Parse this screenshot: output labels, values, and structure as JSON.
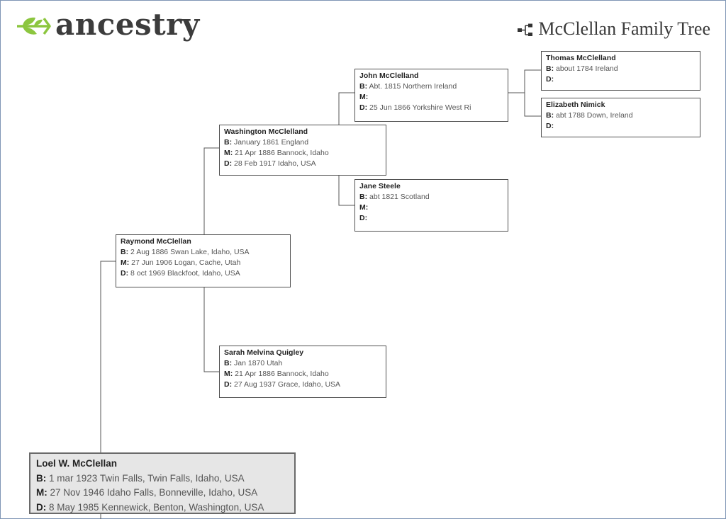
{
  "header": {
    "logo_text": "ancestry",
    "tree_title": "McClellan Family Tree"
  },
  "people": {
    "loel": {
      "name": "Loel W. McClellan",
      "birth": "1 mar 1923 Twin Falls, Twin Falls, Idaho, USA",
      "marriage": "27 Nov 1946 Idaho Falls, Bonneville, Idaho, USA",
      "death": "8 May 1985 Kennewick, Benton, Washington, USA"
    },
    "raymond": {
      "name": "Raymond McClellan",
      "birth": "2 Aug 1886 Swan Lake, Idaho, USA",
      "marriage": "27 Jun 1906 Logan, Cache, Utah",
      "death": "8 oct 1969 Blackfoot, Idaho, USA"
    },
    "sarah": {
      "name": "Sarah Melvina Quigley",
      "birth": "Jan 1870 Utah",
      "marriage": "21 Apr 1886 Bannock, Idaho",
      "death": "27 Aug 1937 Grace, Idaho, USA"
    },
    "washington": {
      "name": "Washington McClelland",
      "birth": "January 1861 England",
      "marriage": "21 Apr 1886 Bannock, Idaho",
      "death": "28 Feb 1917 Idaho, USA"
    },
    "jane": {
      "name": "Jane Steele",
      "birth": "abt 1821 Scotland",
      "marriage": "",
      "death": ""
    },
    "john": {
      "name": "John McClelland",
      "birth": "Abt. 1815 Northern Ireland",
      "marriage": "",
      "death": "25 Jun 1866 Yorkshire West Ri"
    },
    "thomas": {
      "name": "Thomas McClelland",
      "birth": "about 1784 Ireland",
      "death": ""
    },
    "elizabeth": {
      "name": "Elizabeth Nimick",
      "birth": "abt 1788 Down, Ireland",
      "death": ""
    }
  },
  "labels": {
    "birth": "B:",
    "marriage": "M:",
    "death": "D:"
  },
  "colors": {
    "logo_green": "#8cc63f",
    "box_border": "#505050",
    "root_fill": "#e6e6e6"
  }
}
